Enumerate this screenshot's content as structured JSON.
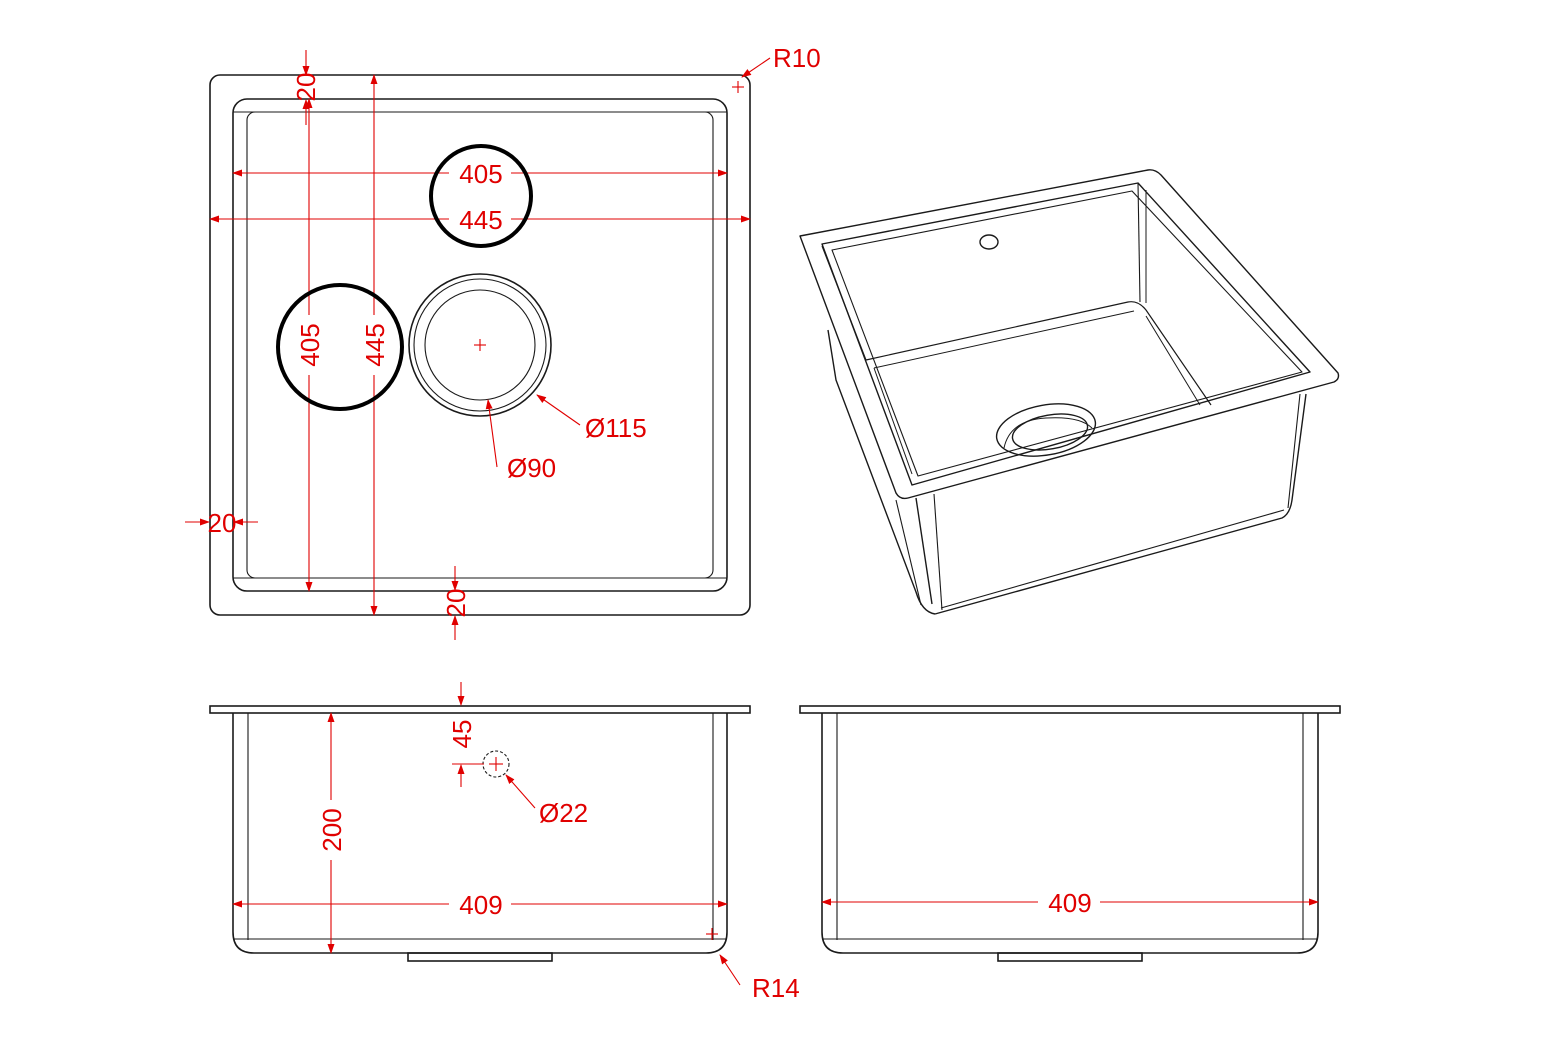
{
  "colors": {
    "outline": "#1a1a1a",
    "dimension": "#e00000",
    "highlight": "#000000",
    "background": "#ffffff"
  },
  "top_view": {
    "overall_width": "445",
    "inner_width": "405",
    "overall_depth": "445",
    "inner_depth": "405",
    "rim_top": "20",
    "rim_left": "20",
    "rim_bottom": "20",
    "corner_radius": "R10",
    "drain_outer": "Ø115",
    "drain_inner": "Ø90"
  },
  "front_view": {
    "height": "200",
    "overflow_offset": "45",
    "overflow_diameter": "Ø22",
    "bowl_width": "409",
    "bottom_radius": "R14"
  },
  "side_view": {
    "bowl_width": "409"
  }
}
